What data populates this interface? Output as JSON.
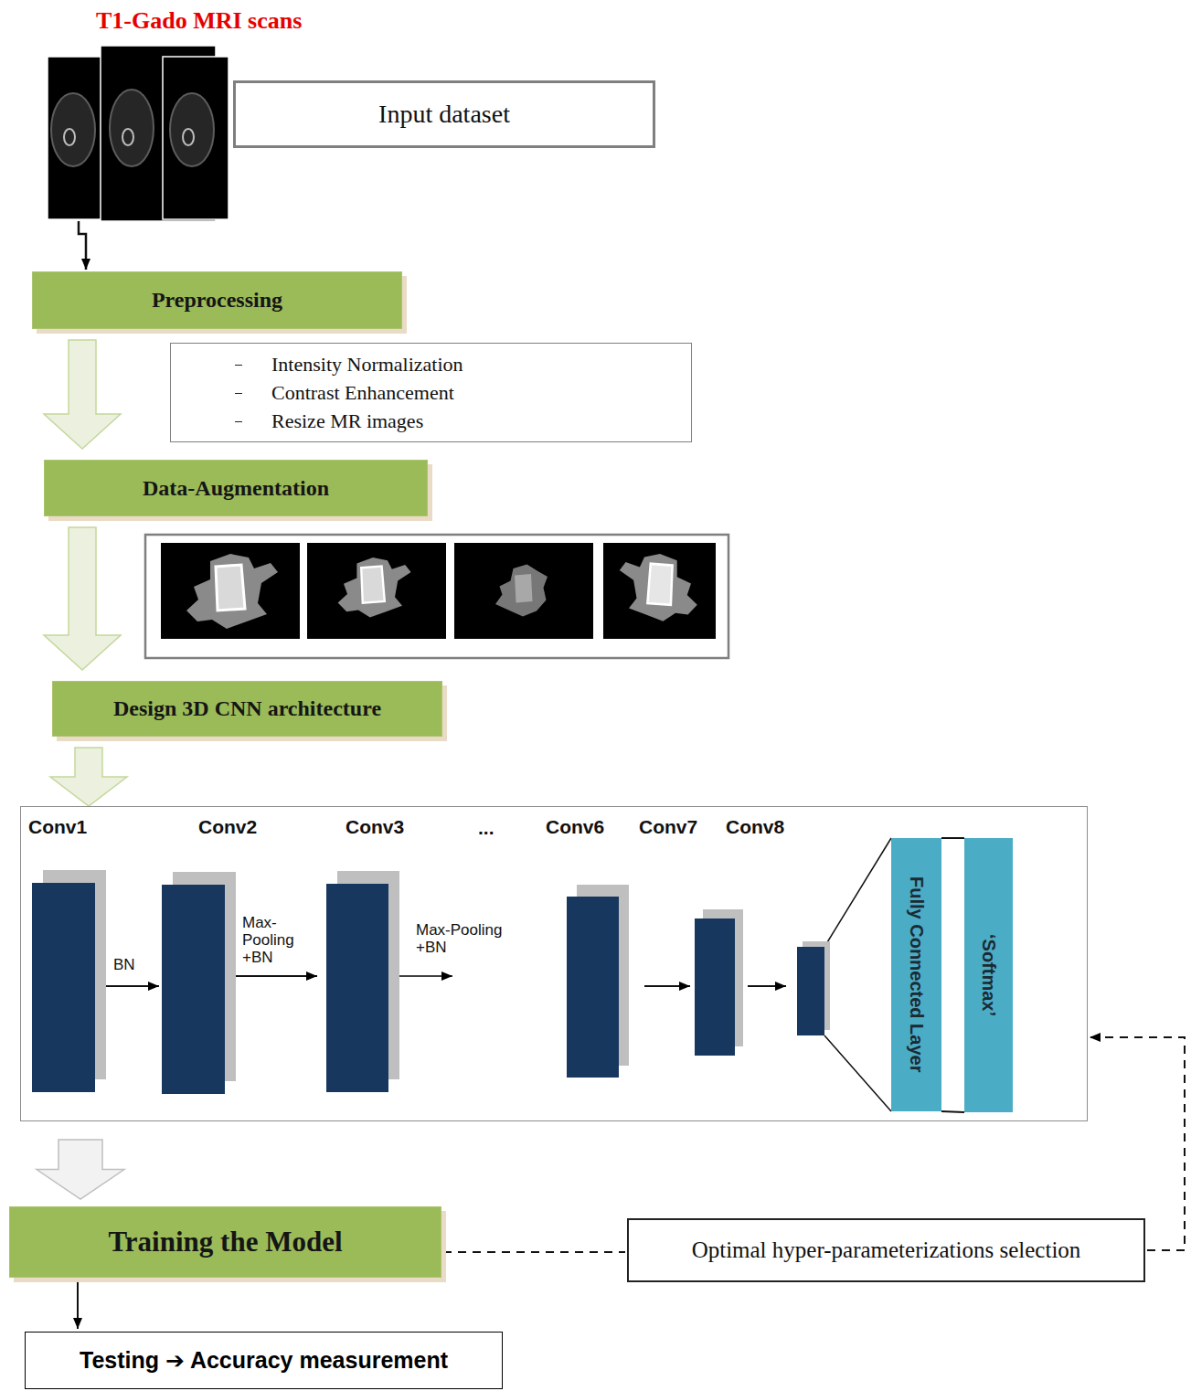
{
  "diagram": {
    "nodes": [
      {
        "text": [
          "T1-Gado MRI scans"
        ]
      },
      {
        "text": [
          "Input dataset"
        ]
      },
      {
        "text": [
          "Preprocessing"
        ]
      },
      {
        "text": [
          "Intensity Normalization",
          "Contrast Enhancement",
          "Resize MR images"
        ]
      },
      {
        "text": [
          "Data-Augmentation"
        ]
      },
      {
        "text": [
          "Design 3D CNN architecture"
        ]
      },
      {
        "text": [
          "..."
        ]
      },
      {
        "text": [
          "Conv1"
        ],
        "in": 6
      },
      {
        "text": [
          "Conv2"
        ],
        "in": 6
      },
      {
        "text": [
          "Conv3"
        ],
        "in": 6
      },
      {
        "text": [
          "Conv6"
        ],
        "in": 6
      },
      {
        "text": [
          "Conv7"
        ],
        "in": 6
      },
      {
        "text": [
          "Conv8"
        ],
        "in": 6
      },
      {
        "text": [
          "Fully Connected Layer"
        ],
        "in": 6
      },
      {
        "text": [
          "‘Softmax’"
        ],
        "in": 6
      },
      {
        "text": [
          "Training the Model"
        ]
      },
      {
        "text": [
          "Optimal hyper-parameterizations selection"
        ]
      },
      {
        "text": [
          "Testing ➔ Accuracy measurement"
        ]
      }
    ],
    "edges": [
      {
        "from": 0,
        "to": 2,
        "arrow": "to"
      },
      {
        "from": 2,
        "to": 4,
        "arrow": "to"
      },
      {
        "from": 4,
        "to": 5,
        "arrow": "to"
      },
      {
        "from": 5,
        "to": 6,
        "arrow": "to"
      },
      {
        "from": 7,
        "to": 8,
        "arrow": "to",
        "label": "BN"
      },
      {
        "from": 8,
        "to": 9,
        "arrow": "to",
        "label": "Max-Pooling +BN"
      },
      {
        "from": 10,
        "to": 11,
        "arrow": "to"
      },
      {
        "from": 11,
        "to": 12,
        "arrow": "to"
      },
      {
        "from": 12,
        "to": 13,
        "arrow": "none"
      },
      {
        "from": 13,
        "to": 14,
        "arrow": "none"
      },
      {
        "from": 6,
        "to": 15,
        "arrow": "to"
      },
      {
        "from": 15,
        "to": 17,
        "arrow": "to"
      },
      {
        "from": 15,
        "to": 16,
        "arrow": "none"
      },
      {
        "from": 16,
        "to": 6,
        "arrow": "to"
      }
    ],
    "labels": [
      "Max-Pooling +BN"
    ]
  }
}
